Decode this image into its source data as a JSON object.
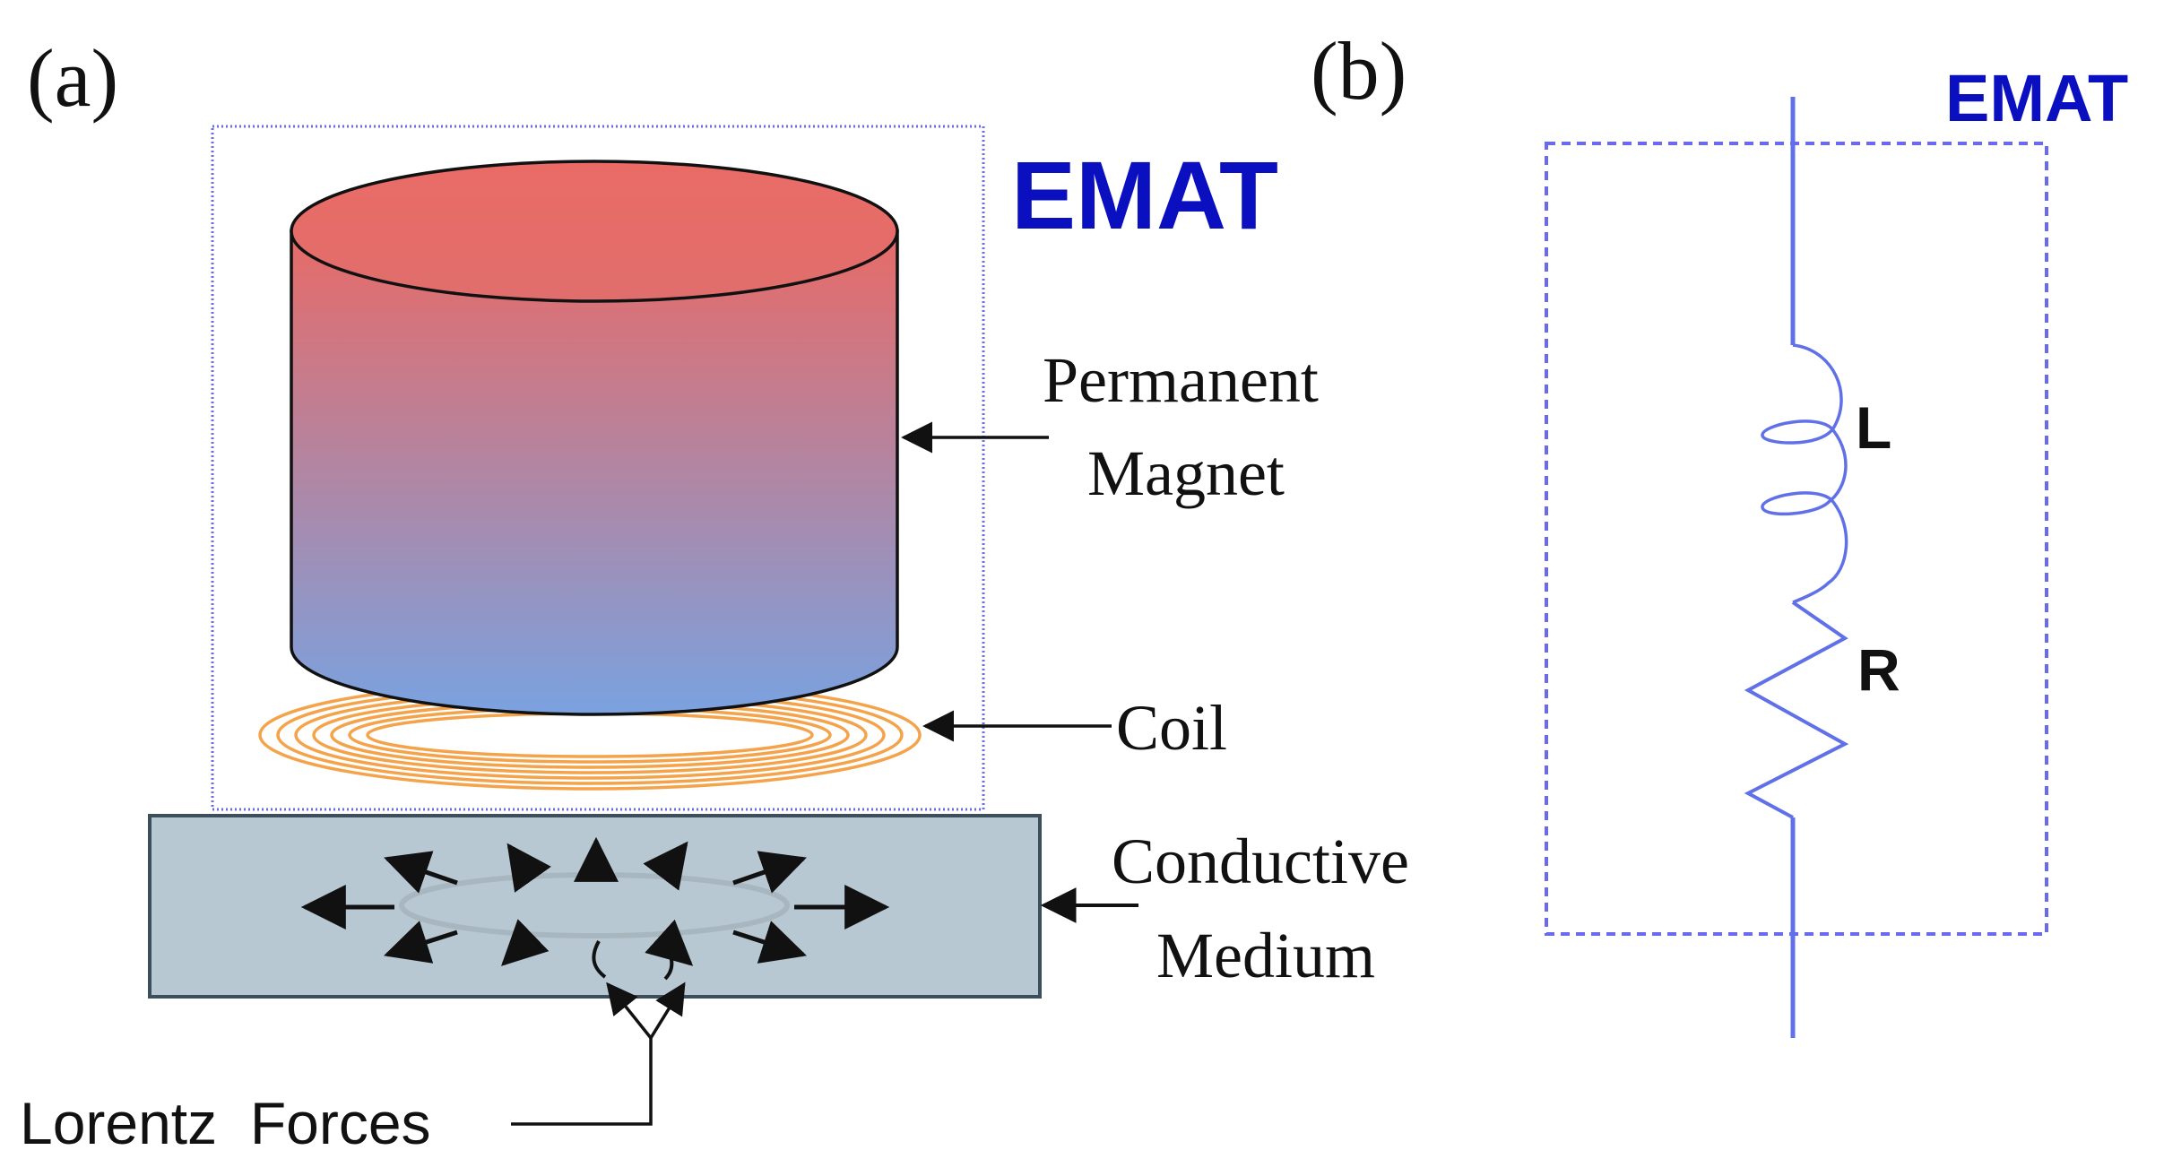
{
  "panel_a": {
    "label": "(a)",
    "emat_label": "EMAT",
    "permanent_magnet_line1": "Permanent",
    "permanent_magnet_line2": "Magnet",
    "coil_label": "Coil",
    "conductive_line1": "Conductive",
    "conductive_line2": "Medium",
    "lorentz_label": "Lorentz  Forces"
  },
  "panel_b": {
    "label": "(b)",
    "emat_label": "EMAT",
    "inductor_label": "L",
    "resistor_label": "R"
  },
  "colors": {
    "emat_blue": "#0a10c0",
    "frame_blue": "#6a6af0",
    "magnet_top": "#e86a66",
    "magnet_bottom": "#7aa2e0",
    "coil_orange": "#f5a34a",
    "medium_fill": "#b8c8d2",
    "circuit_blue": "#6070e8"
  }
}
